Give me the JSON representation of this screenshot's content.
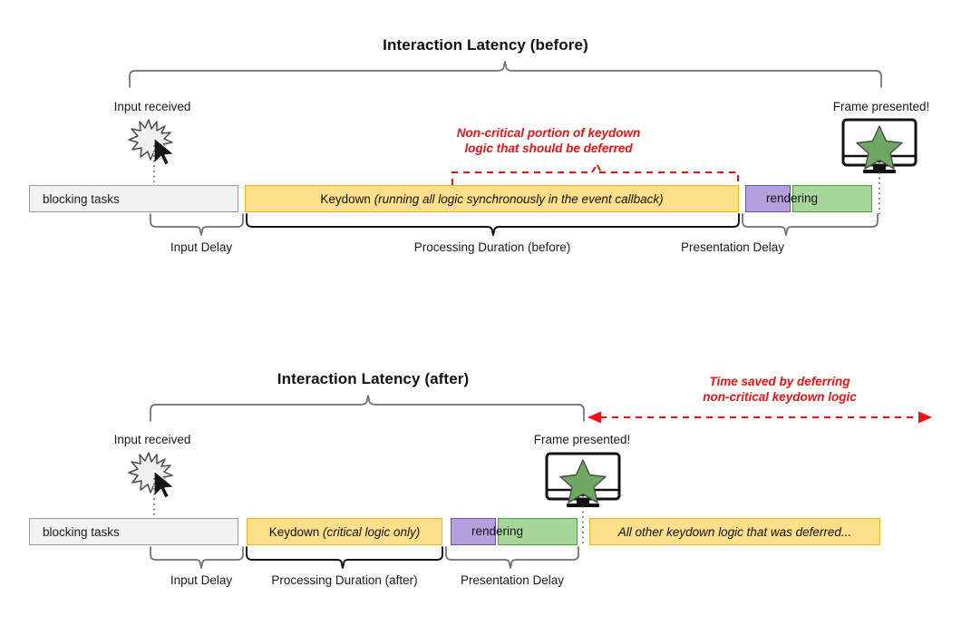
{
  "diagram": {
    "title_before": "Interaction Latency (before)",
    "title_after": "Interaction Latency (after)"
  },
  "before": {
    "title": "Interaction Latency (before)",
    "markers": {
      "input_received": "Input received",
      "frame_presented": "Frame presented!"
    },
    "annotation": {
      "line1": "Non-critical portion of keydown",
      "line2": "logic that should be deferred"
    },
    "bars": {
      "blocking": "blocking tasks",
      "keydown": "Keydown (running all logic synchronously in the event callback)",
      "keydown_plain": "Keydown ",
      "keydown_em": "(running all logic synchronously in the event callback)",
      "rendering": "rendering"
    },
    "phases": {
      "input_delay": "Input Delay",
      "processing": "Processing Duration (before)",
      "presentation": "Presentation Delay"
    }
  },
  "after": {
    "title": "Interaction Latency (after)",
    "markers": {
      "input_received": "Input received",
      "frame_presented": "Frame presented!"
    },
    "annotation": {
      "line1": "Time saved by deferring",
      "line2": "non-critical keydown logic"
    },
    "bars": {
      "blocking": "blocking tasks",
      "keydown_plain": "Keydown ",
      "keydown_em": "(critical logic only)",
      "rendering": "rendering",
      "deferred": "All other keydown logic that was deferred..."
    },
    "phases": {
      "input_delay": "Input Delay",
      "processing": "Processing Duration (after)",
      "presentation": "Presentation Delay"
    }
  },
  "colors": {
    "keydown_fill": "#fcdf8a",
    "keydown_border": "#edb21e",
    "blocking_fill": "#f2f2f2",
    "blocking_border": "#9a9a9a",
    "purple_fill": "#b4a0dd",
    "purple_border": "#6b4fae",
    "green_fill": "#a7d69a",
    "green_border": "#4d9a43",
    "annotation_red": "#ee1111",
    "star_green": "#6fa861",
    "bracket_gray": "#6e6e6e",
    "bracket_black": "#111111"
  },
  "icons": {
    "input_burst": "burst-cursor-icon",
    "frame_monitor": "monitor-star-icon"
  }
}
